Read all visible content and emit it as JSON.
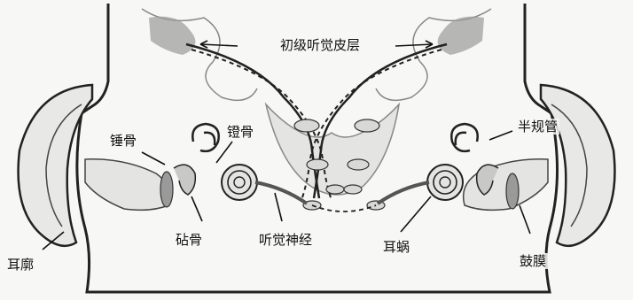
{
  "labels": {
    "primary_auditory_cortex": "初级听觉皮层",
    "malleus": "锤骨",
    "stapes": "镫骨",
    "semicircular_canals": "半规管",
    "incus": "砧骨",
    "auditory_nerve": "听觉神经",
    "cochlea": "耳蜗",
    "eardrum": "鼓膜",
    "pinna": "耳廓"
  },
  "colors": {
    "line": "#222222",
    "cortex_shade": "#9a9a9a",
    "tissue_fill": "#e4e4e2",
    "background": "#f7f7f5"
  }
}
